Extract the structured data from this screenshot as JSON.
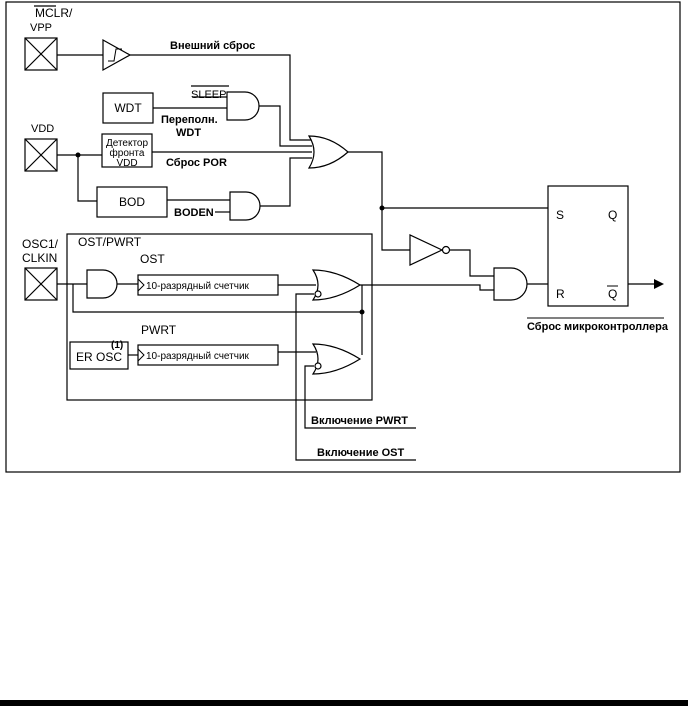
{
  "pins": {
    "mclr_line1": "MCLR/",
    "mclr_line2": "VPP",
    "vdd": "VDD",
    "osc1_line1": "OSC1/",
    "osc1_line2": "CLKIN"
  },
  "blocks": {
    "wdt": "WDT",
    "detector_line1": "Детектор",
    "detector_line2": "фронта",
    "detector_line3": "VDD",
    "bod": "BOD",
    "counter_ost": "10-разрядный счетчик",
    "counter_pwrt": "10-разрядный счетчик",
    "er_osc": "ER OSC",
    "er_osc_note": "(1)",
    "rs_s": "S",
    "rs_q": "Q",
    "rs_r": "R",
    "rs_qbar": "Q"
  },
  "labels": {
    "external_reset": "Внешний сброс",
    "sleep": "SLEEP",
    "wdt_overflow_line1": "Переполн.",
    "wdt_overflow_line2": "WDT",
    "por_reset": "Сброс POR",
    "boden": "BODEN",
    "ost_pwrt_group": "OST/PWRT",
    "ost": "OST",
    "pwrt": "PWRT",
    "enable_pwrt": "Включение PWRT",
    "enable_ost": "Включение OST",
    "mcu_reset": "Сброс микроконтроллера"
  }
}
